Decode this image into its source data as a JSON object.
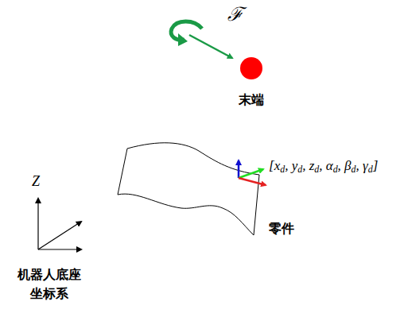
{
  "diagram": {
    "labels": [
      "ℱ",
      "末端",
      "[xd, yd, zd, αd, βd, γd]",
      "零件",
      "Z",
      "机器人底座 坐标系"
    ]
  }
}
